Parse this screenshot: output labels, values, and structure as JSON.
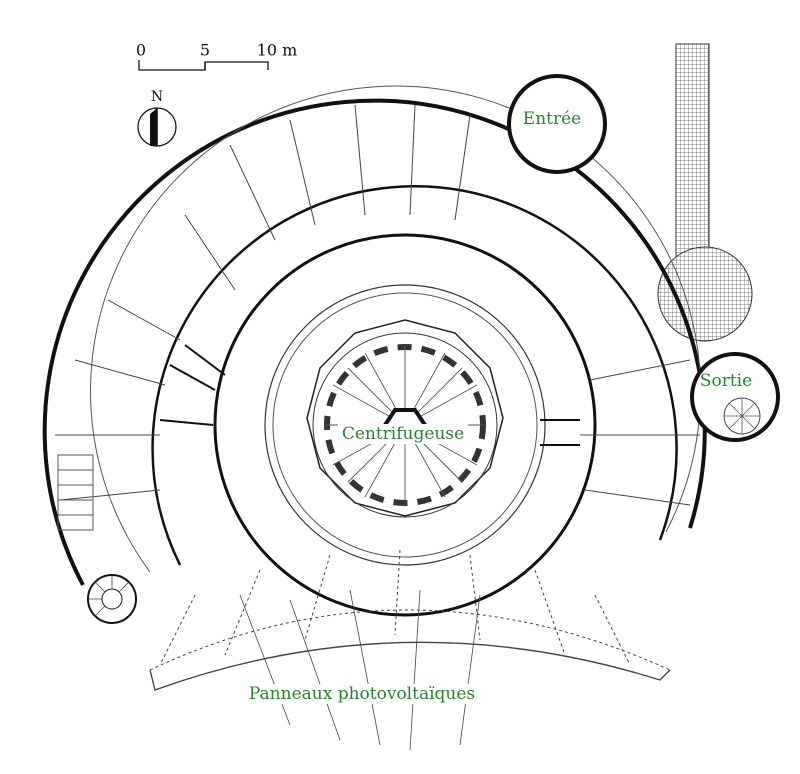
{
  "scale_bar": {
    "tick_0": "0",
    "tick_5": "5",
    "tick_10": "10 m"
  },
  "north_arrow": {
    "label": "N"
  },
  "labels": {
    "entree": "Entrée",
    "sortie": "Sortie",
    "centrifugeuse": "Centrifugeuse",
    "panneaux": "Panneaux photovoltaïques"
  },
  "colors": {
    "label": "#2e7d32",
    "wall": "#111111",
    "line": "#555555",
    "hatch": "#777777"
  }
}
